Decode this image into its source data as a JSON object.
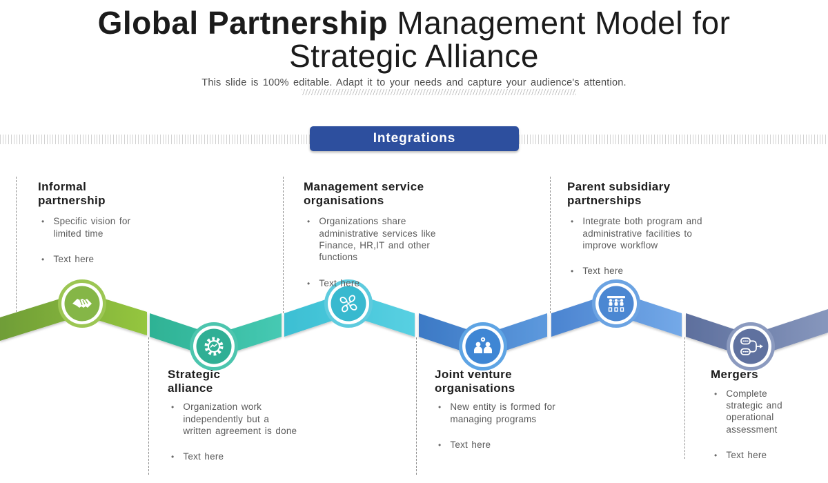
{
  "title": {
    "bold_part": "Global Partnership",
    "regular_part": " Management Model for",
    "line2": "Strategic Alliance"
  },
  "subtitle": "This slide is 100% editable. Adapt it to your needs and capture your audience's attention.",
  "banner": {
    "label": "Integrations",
    "bg": "#2d4f9e"
  },
  "stages": [
    {
      "name": "informal-partnership",
      "position": "top",
      "icon": "handshake-icon",
      "title": "Informal partnership",
      "bullets": [
        "Specific vision for limited time",
        "Text here"
      ]
    },
    {
      "name": "strategic-alliance",
      "position": "bottom",
      "icon": "gear-icon",
      "title": "Strategic alliance",
      "bullets": [
        "Organization work independently but a written agreement is done",
        "Text here"
      ]
    },
    {
      "name": "management-service-organisations",
      "position": "top",
      "icon": "emblem-icon",
      "title": "Management service organisations",
      "bullets": [
        "Organizations share administrative services like Finance, HR,IT and other functions",
        "Text here"
      ]
    },
    {
      "name": "joint-venture-organisations",
      "position": "bottom",
      "icon": "people-icon",
      "title": "Joint venture organisations",
      "bullets": [
        "New entity is formed for managing programs",
        "Text here"
      ]
    },
    {
      "name": "parent-subsidiary-partnerships",
      "position": "top",
      "icon": "meeting-icon",
      "title": "Parent subsidiary partnerships",
      "bullets": [
        "Integrate both program and administrative facilities  to improve workflow",
        "Text here"
      ]
    },
    {
      "name": "mergers",
      "position": "bottom",
      "icon": "merge-icon",
      "title": "Mergers",
      "bullets": [
        "Complete strategic and operational assessment",
        "Text here"
      ]
    }
  ],
  "chevron": {
    "segments": [
      {
        "label": "informal-partnership",
        "from": "#6f9d37",
        "to": "#95c63f",
        "ring": "#9cc653",
        "disc": "#85b647"
      },
      {
        "label": "strategic-alliance",
        "from": "#2eb294",
        "to": "#46c9b3",
        "ring": "#4cc5ae",
        "disc": "#30af95"
      },
      {
        "label": "management-service-organisations",
        "from": "#3cbfd3",
        "to": "#58d0e2",
        "ring": "#5ecbde",
        "disc": "#38b9cf"
      },
      {
        "label": "joint-venture-organisations",
        "from": "#3c79c5",
        "to": "#5d99dd",
        "ring": "#5ea4e4",
        "disc": "#3f86d4"
      },
      {
        "label": "parent-subsidiary-partnerships",
        "from": "#4b84d0",
        "to": "#74a9e8",
        "ring": "#6ba3e2",
        "disc": "#4b87d2"
      },
      {
        "label": "mergers",
        "from": "#5d6f9d",
        "to": "#8797bd",
        "ring": "#8b9abf",
        "disc": "#5f719f"
      }
    ]
  }
}
